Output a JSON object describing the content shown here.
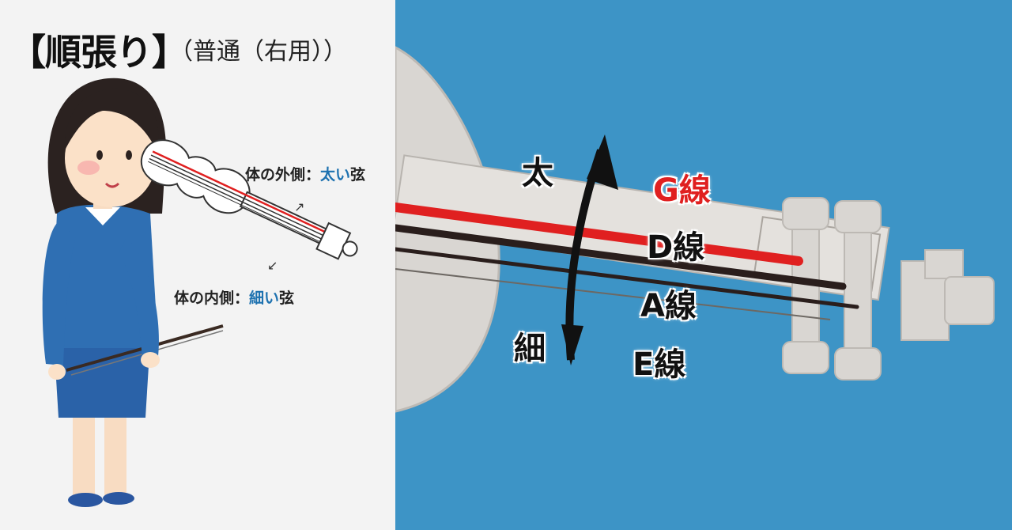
{
  "title": {
    "main": "【順張り】",
    "sub": "（普通（右用））"
  },
  "annotations": {
    "outer": {
      "prefix": "体の外側",
      "colon": "：",
      "highlight": "太い",
      "suffix": "弦"
    },
    "inner": {
      "prefix": "体の内側",
      "colon": "：",
      "highlight": "細い",
      "suffix": "弦"
    }
  },
  "arrow_labels": {
    "thick": "太",
    "thin": "細"
  },
  "strings": [
    {
      "name": "G線",
      "color": "#e02020"
    },
    {
      "name": "D線",
      "color": "#111111"
    },
    {
      "name": "A線",
      "color": "#111111"
    },
    {
      "name": "E線",
      "color": "#111111"
    }
  ],
  "colors": {
    "left_background": "#f3f3f3",
    "right_background": "#3d94c6",
    "highlight_text": "#1e72b0",
    "g_string": "#e02020",
    "violin_body": "#d9d6d2",
    "sweater": "#2f6fb3",
    "skirt": "#2a62a8"
  }
}
